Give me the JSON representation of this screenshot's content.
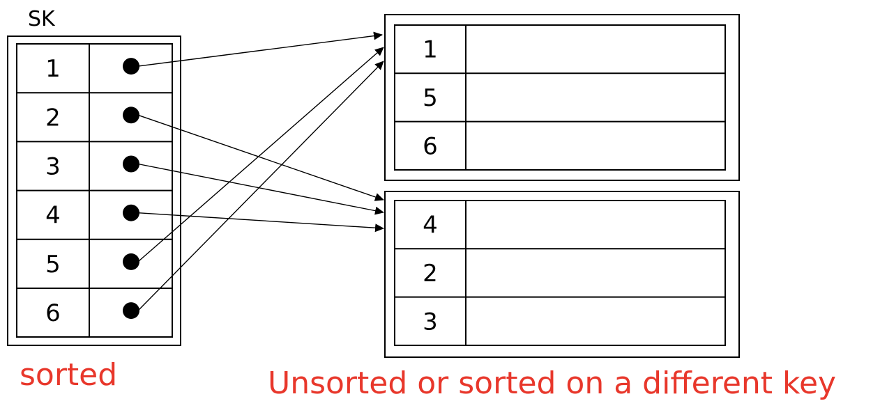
{
  "index": {
    "title": "SK",
    "keys": [
      "1",
      "2",
      "3",
      "4",
      "5",
      "6"
    ],
    "caption": "sorted"
  },
  "data_blocks": [
    {
      "keys": [
        "1",
        "5",
        "6"
      ]
    },
    {
      "keys": [
        "4",
        "2",
        "3"
      ]
    }
  ],
  "data_caption": "Unsorted or sorted on a different key",
  "colors": {
    "caption": "#e8372b",
    "line": "#000000"
  }
}
